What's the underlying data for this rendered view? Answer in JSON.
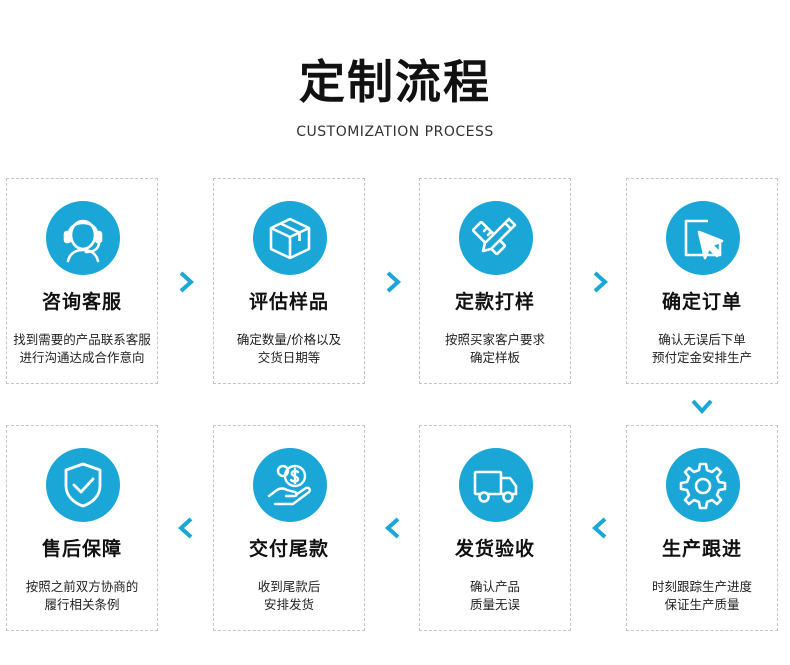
{
  "title": "定制流程",
  "subtitle": "CUSTOMIZATION PROCESS",
  "accent_color": "#1aa6d6",
  "steps": [
    {
      "title": "咨询客服",
      "icon": "customer-service-icon",
      "desc": [
        "找到需要的产品联系客服",
        "进行沟通达成合作意向"
      ]
    },
    {
      "title": "评估样品",
      "icon": "box-icon",
      "desc": [
        "确定数量/价格以及",
        "交货日期等"
      ]
    },
    {
      "title": "定款打样",
      "icon": "pencil-ruler-icon",
      "desc": [
        "按照买家客户要求",
        "确定样板"
      ]
    },
    {
      "title": "确定订单",
      "icon": "cursor-click-icon",
      "desc": [
        "确认无误后下单",
        "预付定金安排生产"
      ]
    },
    {
      "title": "生产跟进",
      "icon": "gear-icon",
      "desc": [
        "时刻跟踪生产进度",
        "保证生产质量"
      ]
    },
    {
      "title": "发货验收",
      "icon": "truck-icon",
      "desc": [
        "确认产品",
        "质量无误"
      ]
    },
    {
      "title": "交付尾款",
      "icon": "hand-coin-icon",
      "desc": [
        "收到尾款后",
        "安排发货"
      ]
    },
    {
      "title": "售后保障",
      "icon": "shield-check-icon",
      "desc": [
        "按照之前双方协商的",
        "履行相关条例"
      ]
    }
  ]
}
